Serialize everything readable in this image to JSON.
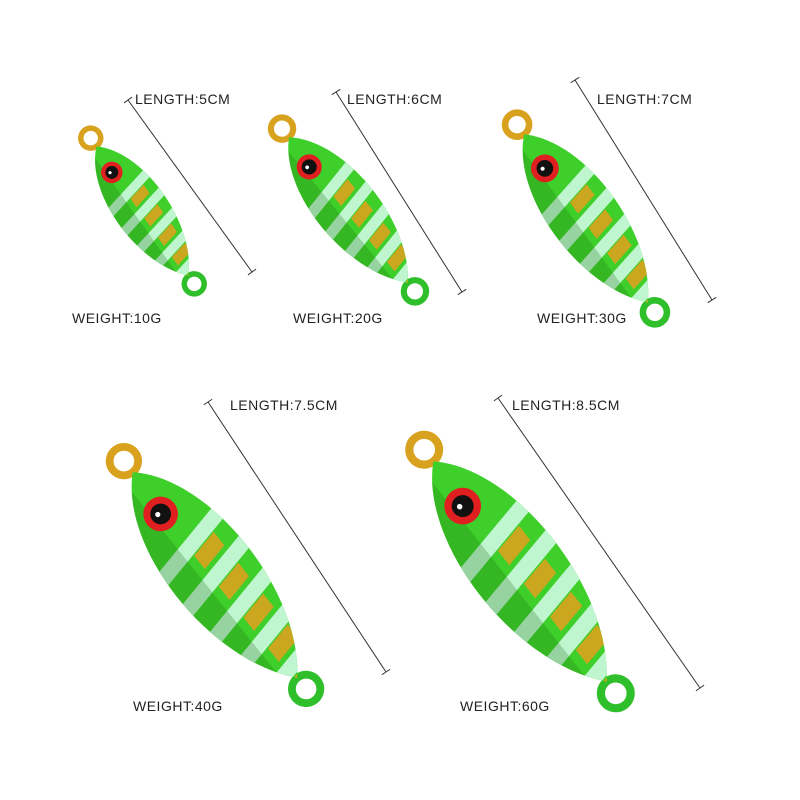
{
  "colors": {
    "body": "#3ecf2a",
    "stripe": "#bff5cf",
    "gold": "#d9a21e",
    "eye_ring": "#e02020",
    "top_ring": "#d9a21e",
    "bottom_ring": "#2fbf2a"
  },
  "lures": [
    {
      "length": "LENGTH:5CM",
      "weight": "WEIGHT:10G"
    },
    {
      "length": "LENGTH:6CM",
      "weight": "WEIGHT:20G"
    },
    {
      "length": "LENGTH:7CM",
      "weight": "WEIGHT:30G"
    },
    {
      "length": "LENGTH:7.5CM",
      "weight": "WEIGHT:40G"
    },
    {
      "length": "LENGTH:8.5CM",
      "weight": "WEIGHT:60G"
    }
  ]
}
